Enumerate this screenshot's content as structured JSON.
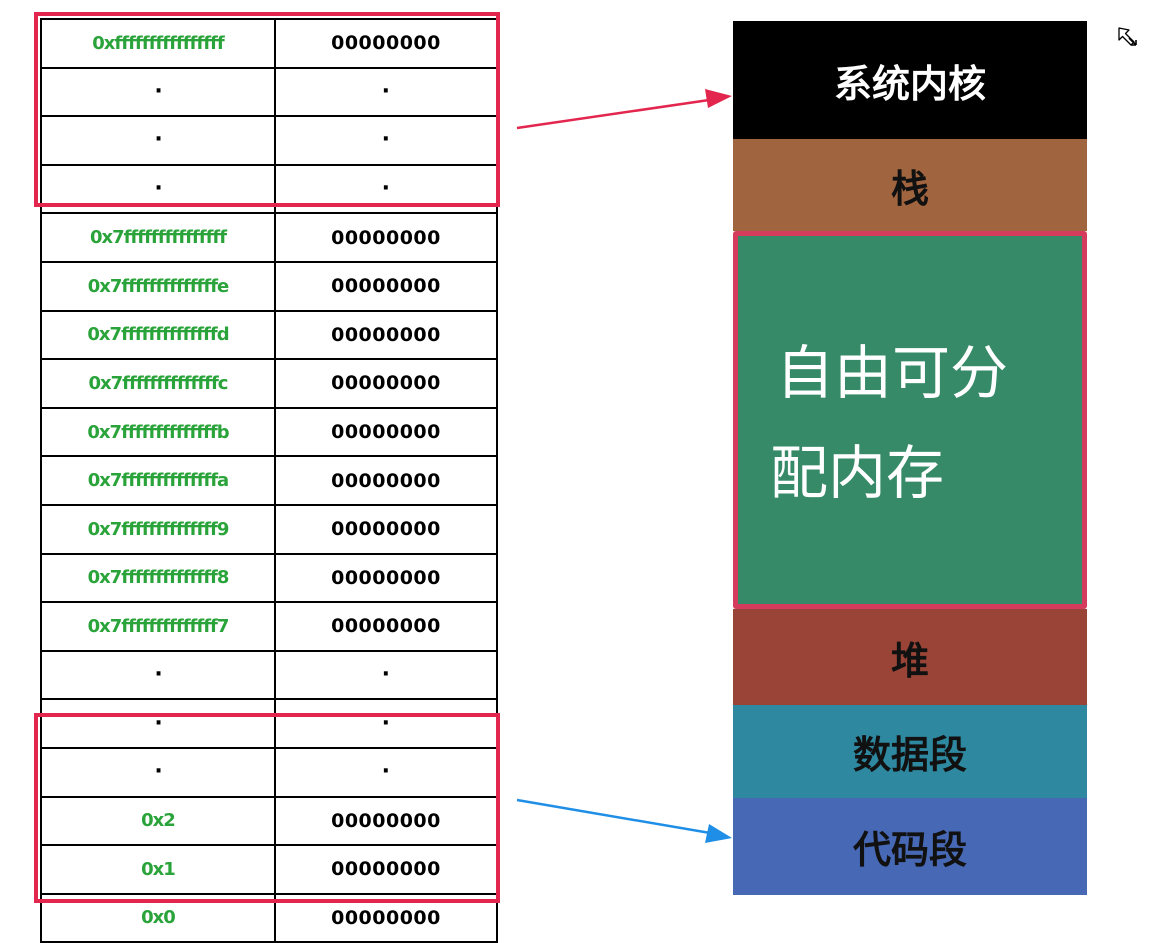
{
  "table": {
    "rows": [
      {
        "address": "0xffffffffffffffff",
        "value": "00000000"
      },
      {
        "address": "·",
        "value": "·"
      },
      {
        "address": "·",
        "value": "·"
      },
      {
        "address": "·",
        "value": "·"
      },
      {
        "address": "0x7fffffffffffffff",
        "value": "00000000"
      },
      {
        "address": "0x7ffffffffffffffe",
        "value": "00000000"
      },
      {
        "address": "0x7ffffffffffffffd",
        "value": "00000000"
      },
      {
        "address": "0x7ffffffffffffffc",
        "value": "00000000"
      },
      {
        "address": "0x7ffffffffffffffb",
        "value": "00000000"
      },
      {
        "address": "0x7ffffffffffffffa",
        "value": "00000000"
      },
      {
        "address": "0x7ffffffffffffff9",
        "value": "00000000"
      },
      {
        "address": "0x7ffffffffffffff8",
        "value": "00000000"
      },
      {
        "address": "0x7ffffffffffffff7",
        "value": "00000000"
      },
      {
        "address": "·",
        "value": "·"
      },
      {
        "address": "·",
        "value": "·"
      },
      {
        "address": "·",
        "value": "·"
      },
      {
        "address": "0x2",
        "value": "00000000"
      },
      {
        "address": "0x1",
        "value": "00000000"
      },
      {
        "address": "0x0",
        "value": "00000000"
      }
    ]
  },
  "segments": {
    "kernel": "系统内核",
    "stack": "栈",
    "free_line1": "自由可分",
    "free_line2": "配内存",
    "heap": "堆",
    "data": "数据段",
    "code": "代码段"
  },
  "colors": {
    "address_text": "#2aa43a",
    "highlight": "#e3264e",
    "arrow_top": "#e3264e",
    "arrow_bottom": "#1f8ee6",
    "kernel": "#000000",
    "stack": "#a0643f",
    "free": "#368a67",
    "heap": "#994436",
    "data": "#2e88a0",
    "code": "#4769b5"
  },
  "icons": {
    "cursor": "resize-cursor-icon"
  }
}
